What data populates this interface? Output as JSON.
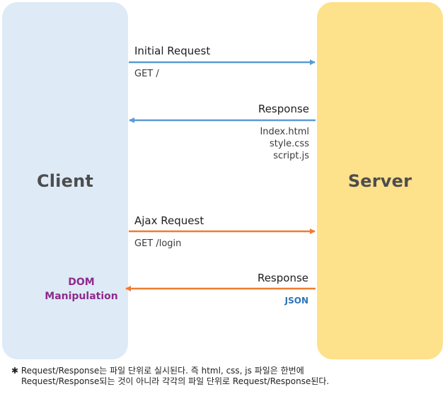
{
  "client": {
    "title": "Client"
  },
  "server": {
    "title": "Server"
  },
  "messages": [
    {
      "label": "Initial Request",
      "details": [
        "GET /"
      ],
      "direction": "client-to-server",
      "color": "#5b9bd5"
    },
    {
      "label": "Response",
      "details": [
        "Index.html",
        "style.css",
        "script.js"
      ],
      "direction": "server-to-client",
      "color": "#5b9bd5"
    },
    {
      "label": "Ajax Request",
      "details": [
        "GET /login"
      ],
      "direction": "client-to-server",
      "color": "#ed7d31"
    },
    {
      "label": "Response",
      "details": [
        "JSON"
      ],
      "direction": "server-to-client",
      "color": "#ed7d31"
    }
  ],
  "client_note": {
    "line1": "DOM",
    "line2": "Manipulation",
    "color": "#8e2c8e"
  },
  "footnote": {
    "line1": "✱ Request/Response는 파일 단위로 실시된다. 즉 html, css, js 파일은 한번에",
    "line2": "Request/Response되는 것이 아니라 각각의 파일 단위로 Request/Response된다."
  }
}
